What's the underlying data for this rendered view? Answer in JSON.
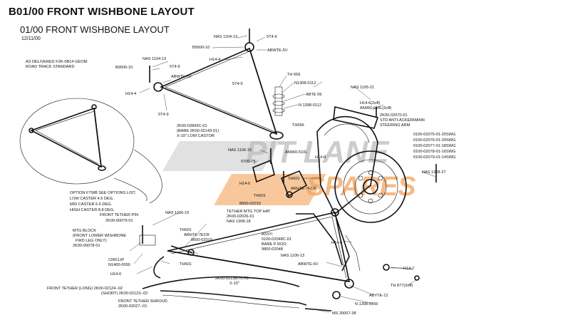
{
  "header": {
    "title": "B01/00 FRONT WISHBONE LAYOUT",
    "subtitle": "01/00 FRONT WISHBONE LAYOUT",
    "date": "12/11/00"
  },
  "watermark": {
    "line1": "PIT LANE",
    "line2": "SPARES"
  },
  "colors": {
    "watermark_gray": "#bdbdbd",
    "watermark_orange": "#f3a35a",
    "ink": "#111111"
  },
  "labels": {
    "as_delivered": "AS DELIVERED F2K-0B14 GEOM.",
    "road_track": "ROAD TRACK STANDARD",
    "nas1104_13_top": "NAS 1104-13",
    "b9500_10_top": "B9500-10",
    "h14_4_top": "H14-4",
    "t4_9_a": "5T4-9",
    "abwte_5v_top": "ABWTE-5V",
    "t4_9_b": "5T4-9",
    "th656_a": "TH 656",
    "n1308_0112_a": "N1308-0112",
    "abte09": "ABTE 09",
    "n1308_0112_b": "N 1308-0112",
    "nas1104_13_left": "NAS 1104-13",
    "b9500_10_left": "B9500-10",
    "t4_9_c": "5T4-9",
    "abwte_5v_left": "ABWTE-5V",
    "h14_4_left": "H14-4",
    "t4_9_d": "5T4-9",
    "wishbone_pn": "2K00-02843C-01",
    "wishbone_bare": "(BARE 2K00-02143-01)",
    "wishbone_caster": "X-10\" LOW CASTOR",
    "th656_b": "TH656",
    "nas1105_21": "NAS 1105-21",
    "h14_6_2off": "H14-6(2off)",
    "an960_616l": "AN960-616L(2off)",
    "steer_pn": "2K00-02070-01",
    "std_ack": "STD ANTI-ACKERMANN",
    "steer_arm": "STEERING ARM",
    "p_25swg": "0100-02075-01-25SWG",
    "p_20swg": "0100-02076-01-20SWG",
    "p_18swg": "0100-02077-01-18SWG",
    "p_16swg": "0100-02078-01-16SWG",
    "p_14swg": "0100-02079-01-14SWG",
    "nas1106_15": "NAS 1106-15",
    "an960_510l": "AN960-510L",
    "h14_8": "H14-8",
    "b9700_78": "9700-78",
    "nas1308_27": "NAS 1308-27",
    "th601_a": "TH601",
    "h14_6_a": "H14-6",
    "arhte_7ecr_a": "ARHTE-7ECR",
    "th601_b": "TH601",
    "b8600_02019_a": "8600-02019",
    "option_list": "OPTION FTWB SEE OPTIONS LIST;",
    "low_caster": "LOW CASTER 4.5 DEG.",
    "mid_caster": "MID CASTER 6.6 DEG.",
    "high_caster": "HIGH CASTER 8.8 DEG.",
    "front_tether_pin": "FRONT TETHER PIN",
    "tether_pin_pn": "2K00-00079-01",
    "nas1106_19": "NAS 1106-19",
    "tether_hat": "TETHER MTG TOP HAT",
    "tether_hat_pn": "2K00-02026-01",
    "nas1308_18": "NAS 1308-18",
    "mtg_block": "MTG BLOCK",
    "front_lower_wishbone": "(FRONT LOWER WISHBONE",
    "fwd_leg_only": "FWD LEG ONLY)",
    "mtg_block_pn": "2K00-00078-01",
    "th601_c": "TH601",
    "arhte_7ecr_b": "ARHTE-7ECR",
    "b8600_02019_b": "8600-02019",
    "assy": "ASSY;",
    "assy_pn": "0100-02048C-01",
    "bare_rod": "BARE P ROD;",
    "bare_rod_pn": "9800-02048",
    "circlip": "CIRCLIP",
    "circlip_pn": "N1400-0050",
    "h14_6_b": "H14-6",
    "th601_d": "TH601",
    "h14_6_c": "H14-6",
    "nas1106_13": "NAS 1106-13",
    "abwte_6v": "ABWTE-6V",
    "lower_wb_pn": "2K00-02138/7C-01",
    "lower_wb_x10": "X-10\"",
    "h14_7": "H14-7",
    "th877": "TH 877(2off)",
    "front_tether_long": "FRONT TETHER (LONG) 2K00-02124--02",
    "front_tether_short": "(SHORT) 2K00-02123--02",
    "shroud": "FRONT TETHER SHROUD",
    "shroud_pn": "2K00-02027--01",
    "abyte_12": "ABYTE-12",
    "n1308_0156": "N 1308-0156",
    "ms20007_38": "MS 20007-38"
  }
}
